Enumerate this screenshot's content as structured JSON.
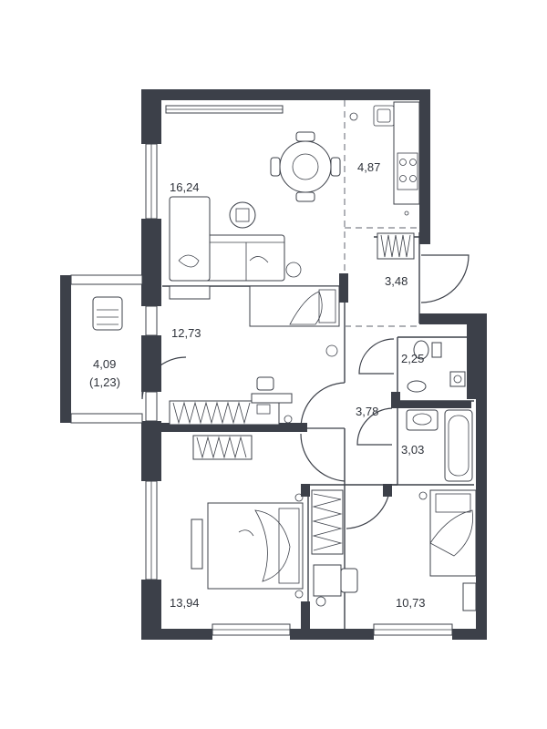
{
  "colors": {
    "wall": "#3c4049",
    "background": "#ffffff",
    "label": "#2f333b"
  },
  "rooms": [
    {
      "id": "living",
      "area": "16,24"
    },
    {
      "id": "kitchen",
      "area": "4,87"
    },
    {
      "id": "hall-top",
      "area": "3,48"
    },
    {
      "id": "bedroom-upper",
      "area": "12,73"
    },
    {
      "id": "loggia",
      "area": "4,09"
    },
    {
      "id": "loggia-coef",
      "area": "(1,23)"
    },
    {
      "id": "toilet",
      "area": "2,25"
    },
    {
      "id": "corridor",
      "area": "3,78"
    },
    {
      "id": "bathroom",
      "area": "3,03"
    },
    {
      "id": "bedroom-lower-left",
      "area": "13,94"
    },
    {
      "id": "bedroom-lower-right",
      "area": "10,73"
    }
  ]
}
